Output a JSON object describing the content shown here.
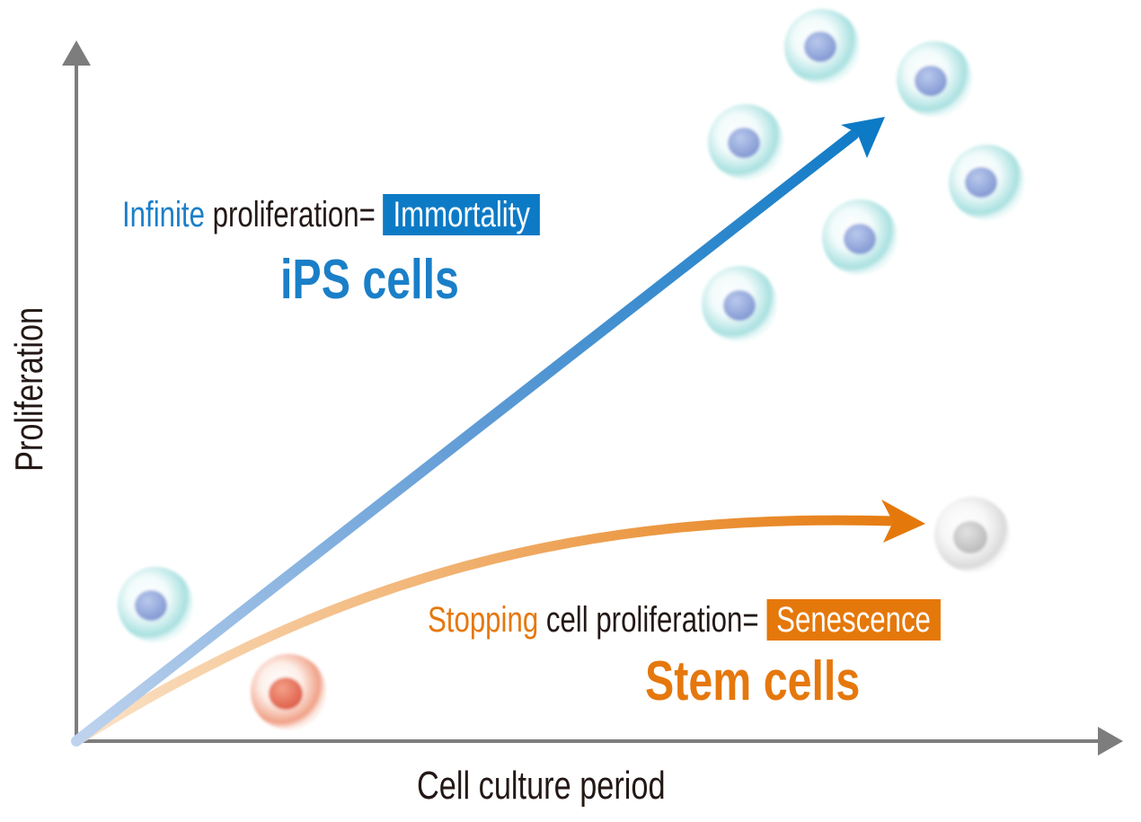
{
  "axes": {
    "y_label": "Proliferation",
    "x_label": "Cell culture period"
  },
  "ips": {
    "prefix_colored": "Infinite",
    "prefix_rest": " proliferation=",
    "badge": "Immortality",
    "title": "iPS cells",
    "color": "#0d7ac6"
  },
  "stem": {
    "prefix_colored": "Stopping",
    "prefix_rest": " cell proliferation=",
    "badge": "Senescence",
    "title": "Stem cells",
    "color": "#e5780a"
  },
  "cells": [
    {
      "type": "ips",
      "name": "cyan-cell"
    },
    {
      "type": "ips",
      "name": "cyan-cell"
    },
    {
      "type": "ips",
      "name": "cyan-cell"
    },
    {
      "type": "ips",
      "name": "cyan-cell"
    },
    {
      "type": "ips",
      "name": "cyan-cell"
    },
    {
      "type": "ips",
      "name": "cyan-cell"
    },
    {
      "type": "start",
      "name": "cyan-cell"
    },
    {
      "type": "start",
      "name": "red-cell"
    },
    {
      "type": "senescent",
      "name": "gray-cell"
    }
  ]
}
